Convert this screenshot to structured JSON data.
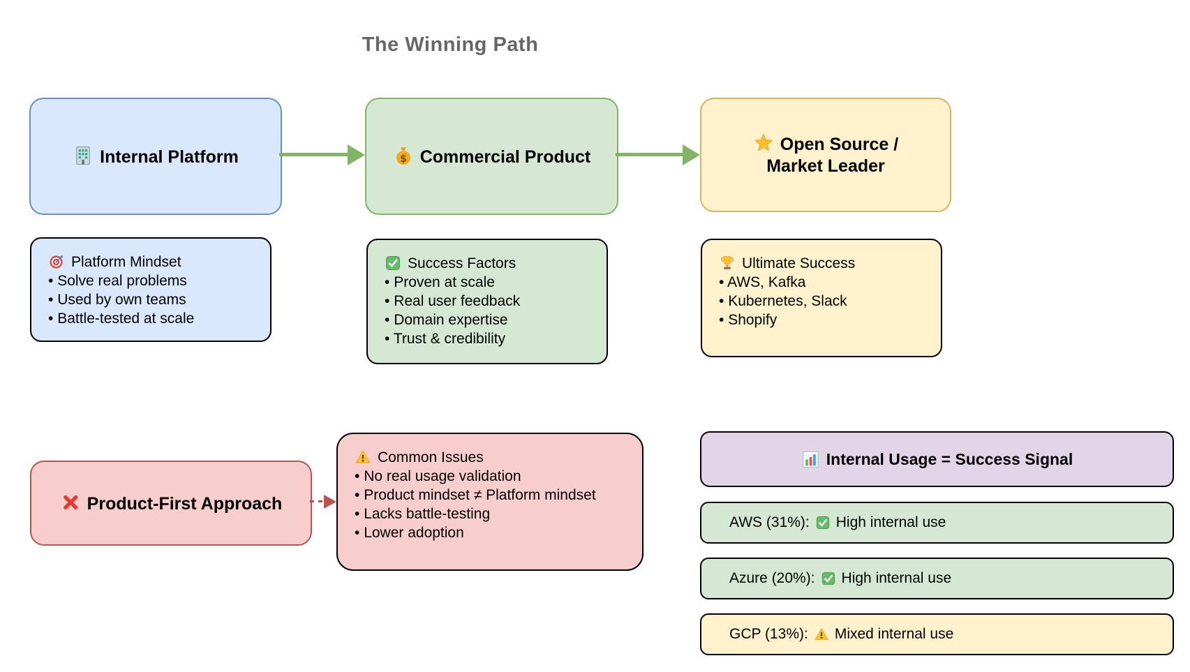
{
  "title": "The Winning Path",
  "flow": {
    "nodes": [
      {
        "icon": "office-building-icon",
        "label": "Internal Platform"
      },
      {
        "icon": "money-bag-icon",
        "label": "Commercial Product"
      },
      {
        "icon": "glowing-star-icon",
        "label": "Open Source / Market Leader"
      }
    ],
    "details": [
      {
        "icon": "target-icon",
        "title": "Platform Mindset",
        "bullets": [
          "Solve real problems",
          "Used by own teams",
          "Battle-tested at scale"
        ]
      },
      {
        "icon": "check-mark-icon",
        "title": "Success Factors",
        "bullets": [
          "Proven at scale",
          "Real user feedback",
          "Domain expertise",
          "Trust & credibility"
        ]
      },
      {
        "icon": "trophy-icon",
        "title": "Ultimate Success",
        "bullets": [
          "AWS, Kafka",
          "Kubernetes, Slack",
          "Shopify"
        ]
      }
    ]
  },
  "antipattern": {
    "node": {
      "icon": "cross-mark-icon",
      "label": "Product-First Approach"
    },
    "issues": {
      "icon": "warning-icon",
      "title": "Common Issues",
      "bullets": [
        "No real usage validation",
        "Product mindset ≠ Platform mindset",
        "Lacks battle-testing",
        "Lower adoption"
      ]
    }
  },
  "signal": {
    "icon": "bar-chart-icon",
    "header": "Internal Usage = Success Signal",
    "bars": [
      {
        "label": "AWS (31%):",
        "icon": "check-mark-icon",
        "status": "High internal use",
        "tone": "green"
      },
      {
        "label": "Azure (20%):",
        "icon": "check-mark-icon",
        "status": "High internal use",
        "tone": "green"
      },
      {
        "label": "GCP (13%):",
        "icon": "warning-icon",
        "status": "Mixed internal use",
        "tone": "yellow"
      }
    ]
  },
  "colors": {
    "blue_fill": "#dae8fc",
    "blue_border": "#6c8ebf",
    "green_fill": "#d5e8d4",
    "green_border": "#82b366",
    "yellow_fill": "#fff2cc",
    "yellow_border": "#d6b656",
    "red_fill": "#f8cecc",
    "red_border": "#b85450",
    "purple_fill": "#e1d5e7",
    "purple_border": "#9673a6",
    "arrow_green": "#82b366",
    "arrow_red": "#b85450",
    "title_color": "#666666"
  }
}
